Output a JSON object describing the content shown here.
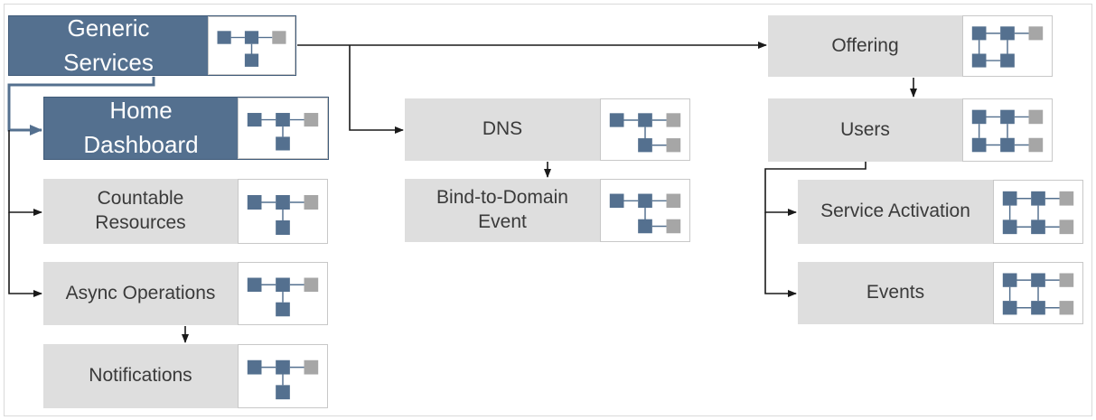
{
  "diagram": {
    "nodes": [
      {
        "id": "generic-services",
        "label": "Generic\nServices",
        "style": "blue",
        "icon": "tree-icon"
      },
      {
        "id": "home-dashboard",
        "label": "Home\nDashboard",
        "style": "blue",
        "icon": "tree-icon"
      },
      {
        "id": "countable-resources",
        "label": "Countable\nResources",
        "style": "gray",
        "icon": "tree-icon"
      },
      {
        "id": "async-operations",
        "label": "Async Operations",
        "style": "gray",
        "icon": "tree-icon"
      },
      {
        "id": "notifications",
        "label": "Notifications",
        "style": "gray",
        "icon": "tree-icon"
      },
      {
        "id": "dns",
        "label": "DNS",
        "style": "gray",
        "icon": "branch-icon"
      },
      {
        "id": "bind-to-domain-event",
        "label": "Bind-to-Domain\nEvent",
        "style": "gray",
        "icon": "branch-icon"
      },
      {
        "id": "offering",
        "label": "Offering",
        "style": "gray",
        "icon": "grid-icon"
      },
      {
        "id": "users",
        "label": "Users",
        "style": "gray",
        "icon": "grid-branch-icon"
      },
      {
        "id": "service-activation",
        "label": "Service Activation",
        "style": "gray",
        "icon": "grid-branch-icon"
      },
      {
        "id": "events",
        "label": "Events",
        "style": "gray",
        "icon": "grid-branch-icon"
      }
    ],
    "edges": [
      {
        "from": "generic-services",
        "to": "home-dashboard"
      },
      {
        "from": "generic-services",
        "to": "countable-resources"
      },
      {
        "from": "generic-services",
        "to": "async-operations"
      },
      {
        "from": "async-operations",
        "to": "notifications"
      },
      {
        "from": "generic-services",
        "to": "dns"
      },
      {
        "from": "dns",
        "to": "bind-to-domain-event"
      },
      {
        "from": "generic-services",
        "to": "offering"
      },
      {
        "from": "offering",
        "to": "users"
      },
      {
        "from": "users",
        "to": "service-activation"
      },
      {
        "from": "users",
        "to": "events"
      }
    ],
    "colors": {
      "header_fill": "#54708f",
      "node_fill": "#dedede",
      "icon_square": "#54708f",
      "icon_square_gray": "#a6a6a6",
      "connector": "#1a1a1a",
      "home_connector": "#54708f"
    }
  }
}
